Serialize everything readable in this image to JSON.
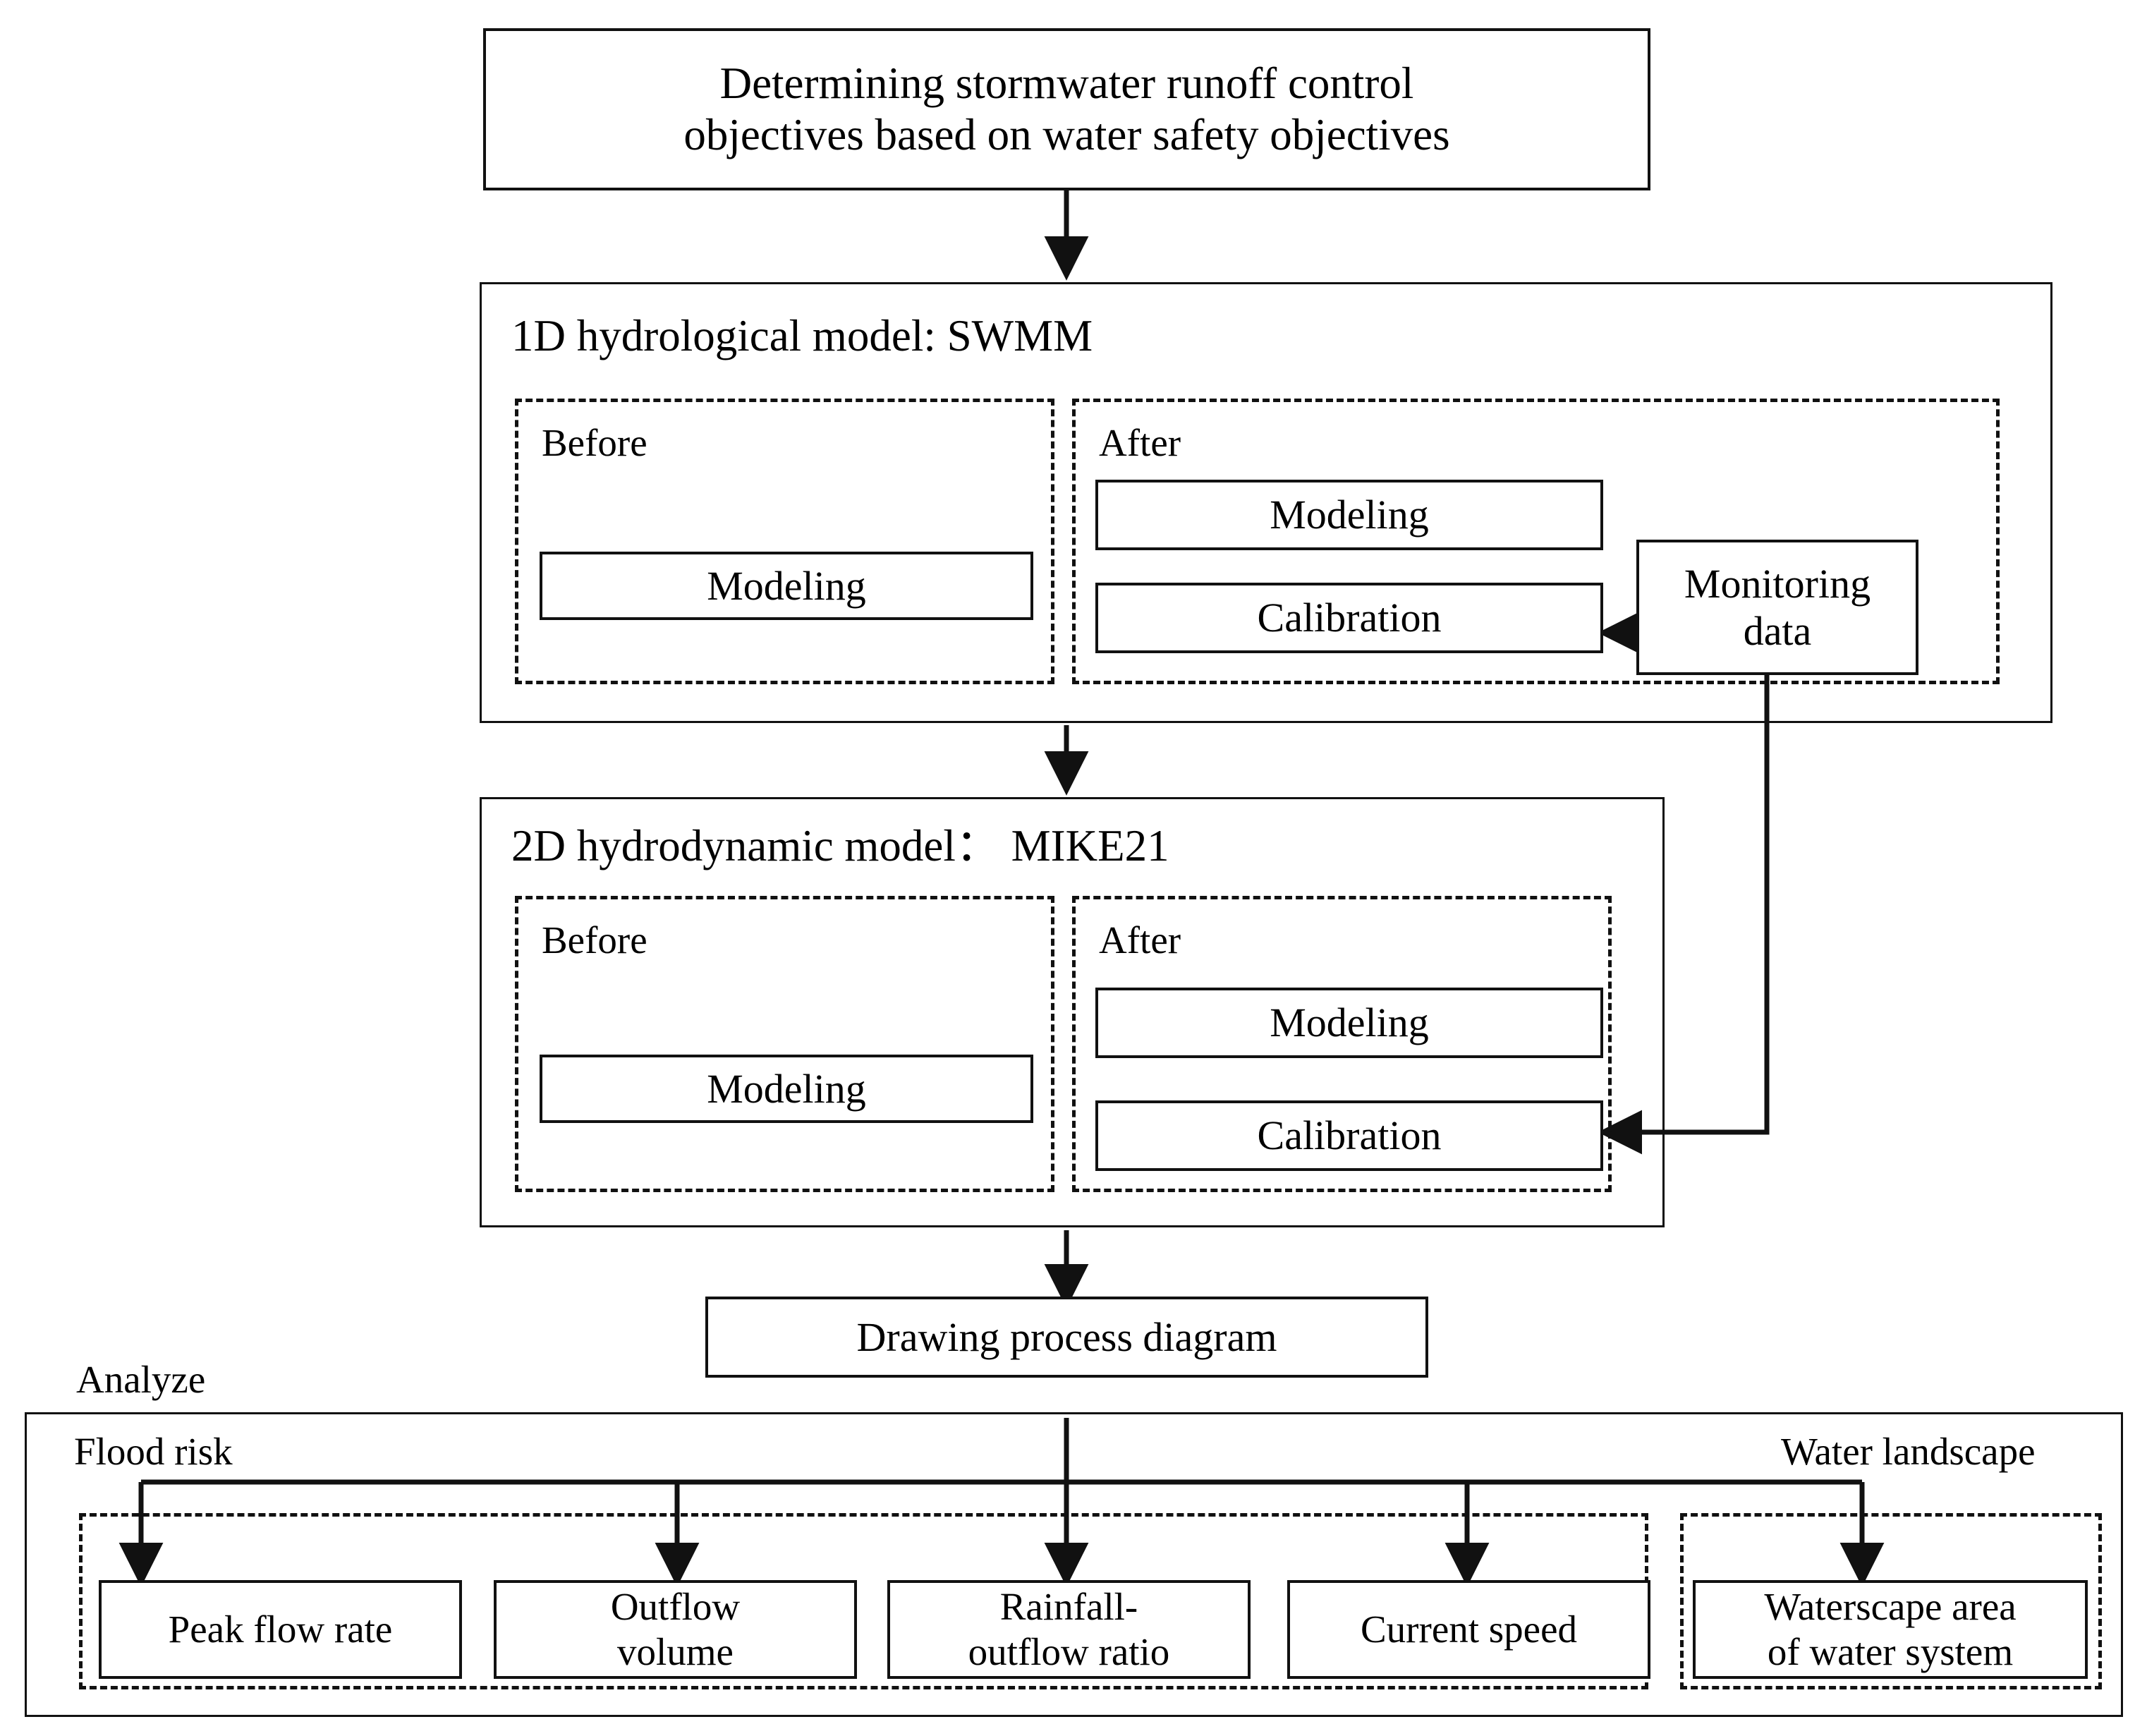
{
  "diagram": {
    "title_box": {
      "label": "Determining stormwater runoff control\nobjectives based on water safety objectives"
    },
    "models": [
      {
        "id": "swmm",
        "header": "1D hydrological model: SWMM",
        "before": {
          "group_label": "Before",
          "steps": [
            "Modeling"
          ]
        },
        "after": {
          "group_label": "After",
          "steps": [
            "Modeling",
            "Calibration"
          ]
        },
        "side_input": {
          "label": "Monitoring\ndata"
        }
      },
      {
        "id": "mike21",
        "header": "2D hydrodynamic model： MIKE21",
        "before": {
          "group_label": "Before",
          "steps": [
            "Modeling"
          ]
        },
        "after": {
          "group_label": "After",
          "steps": [
            "Modeling",
            "Calibration"
          ]
        },
        "side_input": null
      }
    ],
    "drawing_box": {
      "label": "Drawing process diagram"
    },
    "analyze": {
      "outside_label": "Analyze",
      "groups": [
        {
          "id": "flood-risk",
          "label": "Flood risk",
          "items": [
            "Peak flow rate",
            "Outflow\nvolume",
            "Rainfall-\noutflow ratio",
            "Current speed"
          ]
        },
        {
          "id": "water-landscape",
          "label": "Water landscape",
          "items": [
            "Waterscape area\nof water system"
          ]
        }
      ]
    },
    "colors": {
      "stroke": "#111111",
      "background": "#ffffff",
      "text": "#000000"
    }
  }
}
